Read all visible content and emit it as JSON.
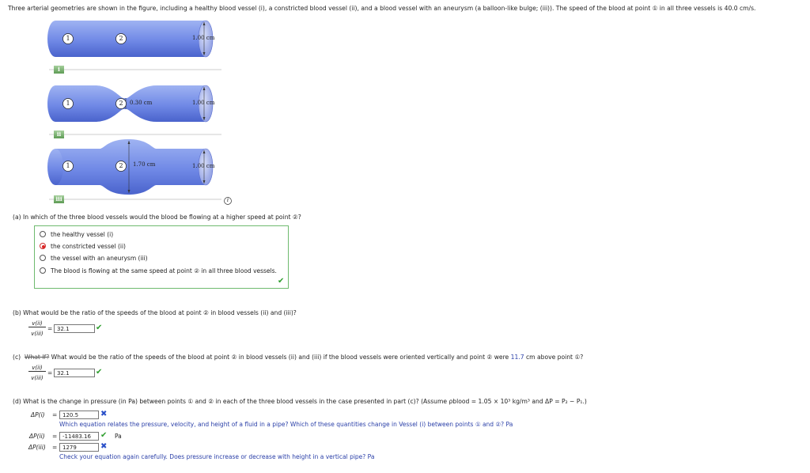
{
  "intro": "Three arterial geometries are shown in the figure, including a healthy blood vessel (i), a constricted blood vessel (ii), and a blood vessel with an aneurysm (a balloon-like bulge; (iii)). The speed of the blood at point ① in all three vessels is 40.0 cm/s.",
  "figure": {
    "point1": "1",
    "point2": "2",
    "dim_main": "1.00 cm",
    "dim_constricted": "0.30 cm",
    "dim_aneurysm": "1.70 cm",
    "label_i": "i",
    "label_ii": "ii",
    "label_iii": "iii",
    "info_icon": "i"
  },
  "part_a": {
    "question": "(a)  In which of the three blood vessels would the blood be flowing at a higher speed at point ②?",
    "options": [
      "the healthy vessel (i)",
      "the constricted vessel (ii)",
      "the vessel with an aneurysm (iii)",
      "The blood is flowing at the same speed at point ② in all three blood vessels."
    ],
    "selected_index": 1
  },
  "part_b": {
    "question": "(b)  What would be the ratio of the speeds of the blood at point ② in blood vessels (ii) and (iii)?",
    "num": "v(ii)",
    "den": "v(iii)",
    "eq": "=",
    "answer": "32.1"
  },
  "part_c": {
    "prefix": "(c)",
    "strike": "What If?",
    "question": "What would be the ratio of the speeds of the blood at point ② in blood vessels (ii) and (iii) if the blood vessels were oriented vertically and point ② were",
    "height": "11.7",
    "suffix": "cm above point ①?",
    "num": "v(ii)",
    "den": "v(iii)",
    "eq": "=",
    "answer": "32.1"
  },
  "part_d": {
    "question": "(d)  What is the change in pressure (in Pa) between points ① and ② in each of the three blood vessels in the case presented in part (c)? (Assume ρblood = 1.05 × 10³ kg/m³ and ΔP = P₂ − P₁.)",
    "rows": [
      {
        "label": "ΔP(i)",
        "eq": "=",
        "value": "120.5",
        "unit": ""
      },
      {
        "label": "ΔP(ii)",
        "eq": "=",
        "value": "-11483.16",
        "unit": "Pa"
      },
      {
        "label": "ΔP(iii)",
        "eq": "=",
        "value": "1279",
        "unit": ""
      }
    ],
    "hint_i": "Which equation relates the pressure, velocity, and height of a fluid in a pipe? Which of these quantities change in Vessel (i) between points ① and ②? Pa",
    "hint_iii": "Check your equation again carefully. Does pressure increase or decrease with height in a vertical pipe? Pa"
  }
}
